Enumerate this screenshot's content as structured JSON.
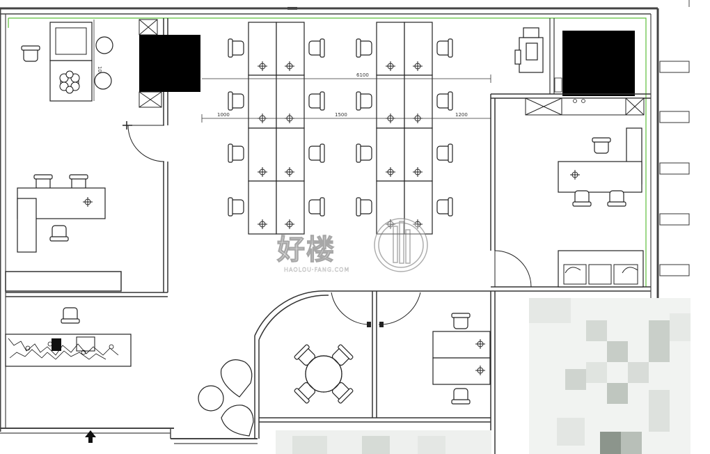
{
  "plan": {
    "dimensions": {
      "top_span": "6100",
      "left_gap": "1000",
      "mid_gap": "1500",
      "right_gap": "1200",
      "cabinet_depth": "1000"
    },
    "watermark": {
      "brand": "好楼",
      "subtitle": "HAOLOU·FANG.COM"
    },
    "colors": {
      "wall": "#4a4a4a",
      "line": "#222222",
      "green_outline": "#5cbf3a",
      "fill_black": "#000000",
      "blur_light": "#e9ece9",
      "blur_dark": "#8c958c"
    }
  }
}
